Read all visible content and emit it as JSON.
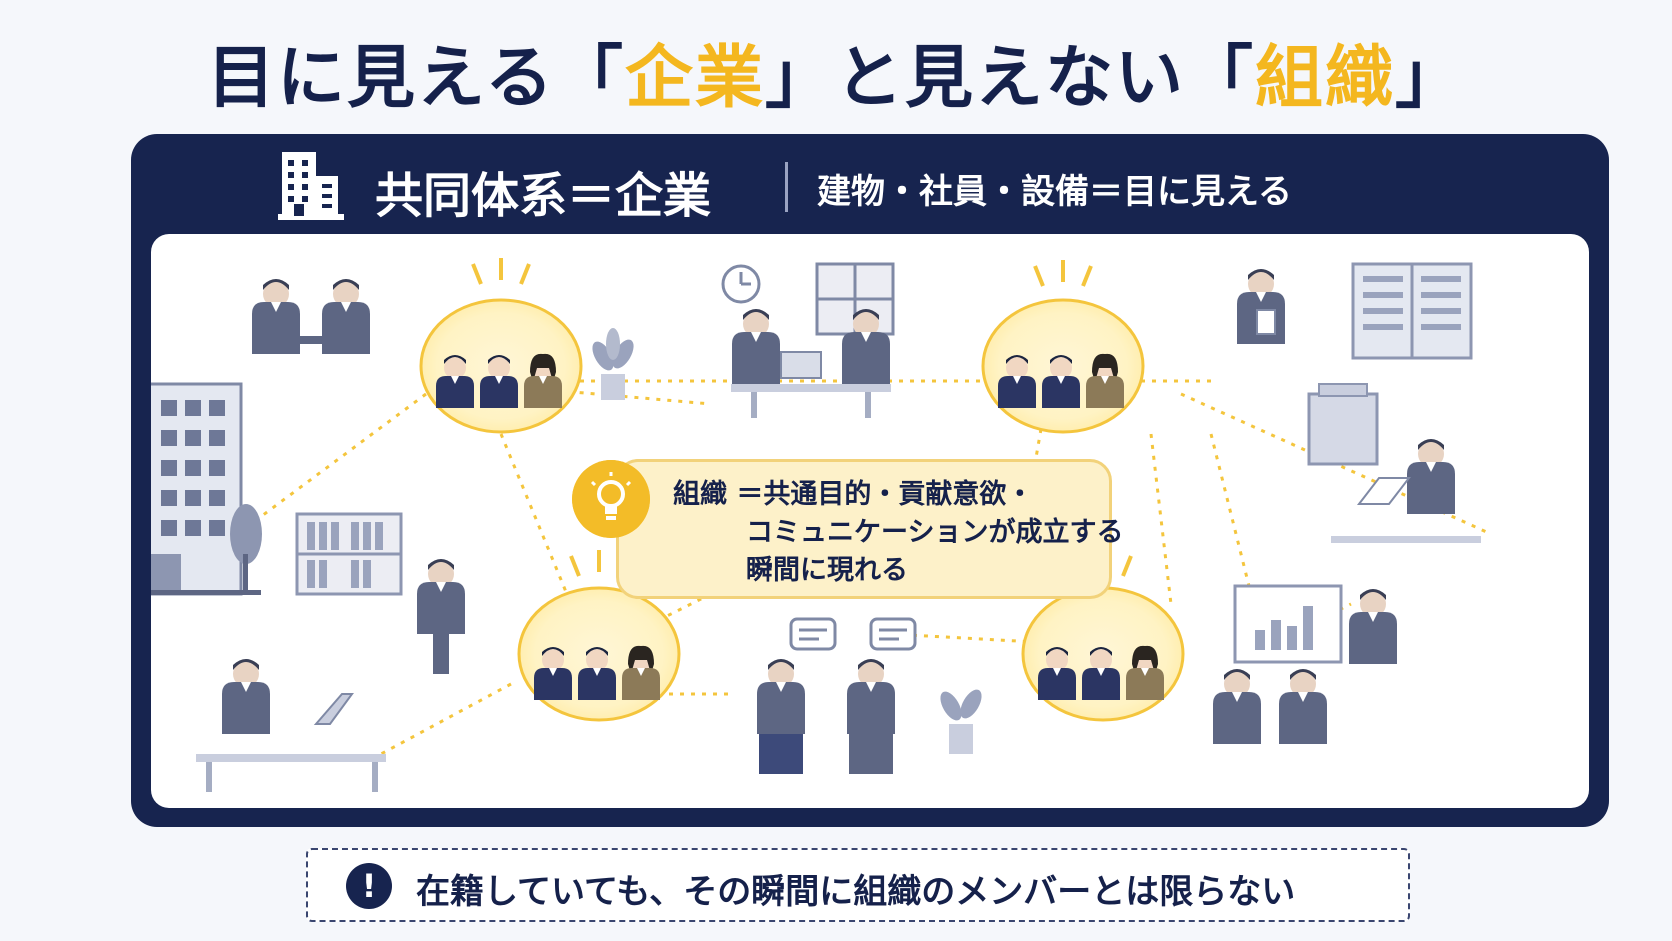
{
  "title": {
    "part1": "目に見える「",
    "highlight1": "企業",
    "part2": "」と見えない「",
    "highlight2": "組織",
    "part3": "」"
  },
  "header": {
    "main": "共同体系＝企業",
    "sub": "建物・社員・設備＝目に見える"
  },
  "callout": {
    "line1": "組織 ＝共通目的・貢献意欲・",
    "line2": "コミュニケーションが成立する",
    "line3": "瞬間に現れる"
  },
  "notice": {
    "icon": "!",
    "text": "在籍していても、その瞬間に組織のメンバーとは限らない"
  },
  "colors": {
    "navy": "#17244f",
    "accent": "#f4b71f",
    "callout_bg": "#fdf1c9"
  },
  "icons": [
    "building-icon",
    "lightbulb-icon",
    "exclamation-icon"
  ]
}
